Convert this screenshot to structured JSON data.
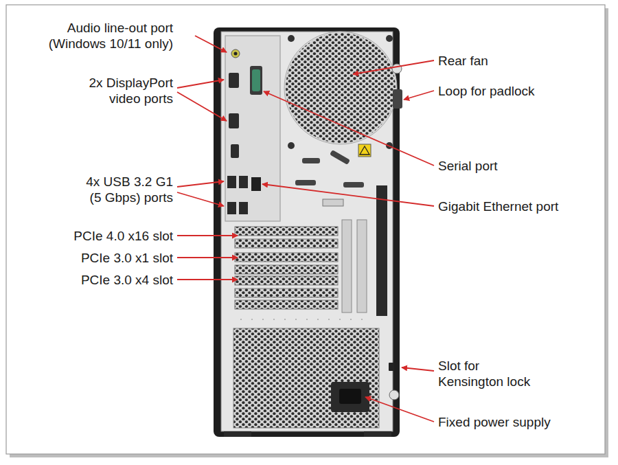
{
  "diagram": {
    "labels": [
      "Audio line-out port (Windows 10/11 only)",
      "2x DisplayPort video ports",
      "4x USB 3.2 G1 (5 Gbps) ports",
      "PCIe 4.0 x16 slot",
      "PCIe 3.0 x1 slot",
      "PCIe 3.0 x4 slot",
      "Rear fan",
      "Loop for padlock",
      "Serial port",
      "Gigabit Ethernet port",
      "Slot for Kensington lock",
      "Fixed power supply"
    ]
  }
}
